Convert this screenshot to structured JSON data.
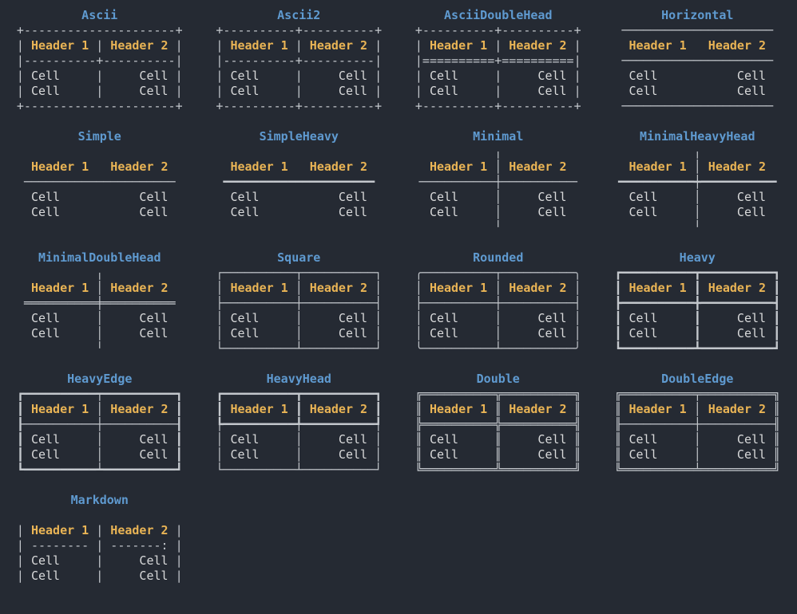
{
  "page": {
    "background": "#252a33",
    "description": "Gallery of table box-drawing styles rendered in a terminal"
  },
  "colors": {
    "title": "#5f9ad0",
    "header": "#e9b455",
    "cell": "#d9dadb",
    "border": "#c3c7cc"
  },
  "table_content": {
    "headers": [
      "Header 1",
      "Header 2"
    ],
    "rows": [
      [
        "Cell",
        "Cell"
      ],
      [
        "Cell",
        "Cell"
      ]
    ]
  },
  "tables": [
    {
      "name": "Ascii",
      "lines": [
        "+---------------------+",
        "| Header 1 | Header 2 |",
        "|----------+----------|",
        "| Cell     |     Cell |",
        "| Cell     |     Cell |",
        "+---------------------+"
      ]
    },
    {
      "name": "Ascii2",
      "lines": [
        "+----------+----------+",
        "| Header 1 | Header 2 |",
        "|----------+----------|",
        "| Cell     |     Cell |",
        "| Cell     |     Cell |",
        "+----------+----------+"
      ]
    },
    {
      "name": "AsciiDoubleHead",
      "lines": [
        "+----------+----------+",
        "| Header 1 | Header 2 |",
        "|==========+==========|",
        "| Cell     |     Cell |",
        "| Cell     |     Cell |",
        "+----------+----------+"
      ]
    },
    {
      "name": "Horizontal",
      "lines": [
        " ───────────────────── ",
        "  Header 1   Header 2  ",
        " ───────────────────── ",
        "  Cell           Cell  ",
        "  Cell           Cell  ",
        " ───────────────────── "
      ]
    },
    {
      "name": "Simple",
      "lines": [
        "                       ",
        "  Header 1   Header 2  ",
        " ───────────────────── ",
        "  Cell           Cell  ",
        "  Cell           Cell  ",
        "                       "
      ]
    },
    {
      "name": "SimpleHeavy",
      "lines": [
        "                       ",
        "  Header 1   Header 2  ",
        " ━━━━━━━━━━━━━━━━━━━━━ ",
        "  Cell           Cell  ",
        "  Cell           Cell  ",
        "                       "
      ]
    },
    {
      "name": "Minimal",
      "lines": [
        "           ╷           ",
        "  Header 1 │ Header 2  ",
        "╶──────────┼──────────╴",
        "  Cell     │     Cell  ",
        "  Cell     │     Cell  ",
        "           ╵           "
      ]
    },
    {
      "name": "MinimalHeavyHead",
      "lines": [
        "           ╷           ",
        "  Header 1 │ Header 2  ",
        "╺━━━━━━━━━━┿━━━━━━━━━━╸",
        "  Cell     │     Cell  ",
        "  Cell     │     Cell  ",
        "           ╵           "
      ]
    },
    {
      "name": "MinimalDoubleHead",
      "lines": [
        "           ╷           ",
        "  Header 1 │ Header 2  ",
        " ══════════╪══════════ ",
        "  Cell     │     Cell  ",
        "  Cell     │     Cell  ",
        "           ╵           "
      ]
    },
    {
      "name": "Square",
      "lines": [
        "┌──────────┬──────────┐",
        "│ Header 1 │ Header 2 │",
        "├──────────┼──────────┤",
        "│ Cell     │     Cell │",
        "│ Cell     │     Cell │",
        "└──────────┴──────────┘"
      ]
    },
    {
      "name": "Rounded",
      "lines": [
        "╭──────────┬──────────╮",
        "│ Header 1 │ Header 2 │",
        "├──────────┼──────────┤",
        "│ Cell     │     Cell │",
        "│ Cell     │     Cell │",
        "╰──────────┴──────────╯"
      ]
    },
    {
      "name": "Heavy",
      "lines": [
        "┏━━━━━━━━━━┳━━━━━━━━━━┓",
        "┃ Header 1 ┃ Header 2 ┃",
        "┣━━━━━━━━━━╋━━━━━━━━━━┫",
        "┃ Cell     ┃     Cell ┃",
        "┃ Cell     ┃     Cell ┃",
        "┗━━━━━━━━━━┻━━━━━━━━━━┛"
      ]
    },
    {
      "name": "HeavyEdge",
      "lines": [
        "┏━━━━━━━━━━┯━━━━━━━━━━┓",
        "┃ Header 1 │ Header 2 ┃",
        "┠──────────┼──────────┨",
        "┃ Cell     │     Cell ┃",
        "┃ Cell     │     Cell ┃",
        "┗━━━━━━━━━━┷━━━━━━━━━━┛"
      ]
    },
    {
      "name": "HeavyHead",
      "lines": [
        "┏━━━━━━━━━━┳━━━━━━━━━━┓",
        "┃ Header 1 ┃ Header 2 ┃",
        "┡━━━━━━━━━━╇━━━━━━━━━━┩",
        "│ Cell     │     Cell │",
        "│ Cell     │     Cell │",
        "└──────────┴──────────┘"
      ]
    },
    {
      "name": "Double",
      "lines": [
        "╔══════════╦══════════╗",
        "║ Header 1 ║ Header 2 ║",
        "╠══════════╬══════════╣",
        "║ Cell     ║     Cell ║",
        "║ Cell     ║     Cell ║",
        "╚══════════╩══════════╝"
      ]
    },
    {
      "name": "DoubleEdge",
      "lines": [
        "╔══════════╤══════════╗",
        "║ Header 1 │ Header 2 ║",
        "╟──────────┼──────────╢",
        "║ Cell     │     Cell ║",
        "║ Cell     │     Cell ║",
        "╚══════════╧══════════╝"
      ]
    },
    {
      "name": "Markdown",
      "lines": [
        "                       ",
        "| Header 1 | Header 2 |",
        "| -------- | -------: |",
        "| Cell     |     Cell |",
        "| Cell     |     Cell |",
        "                       "
      ]
    }
  ]
}
